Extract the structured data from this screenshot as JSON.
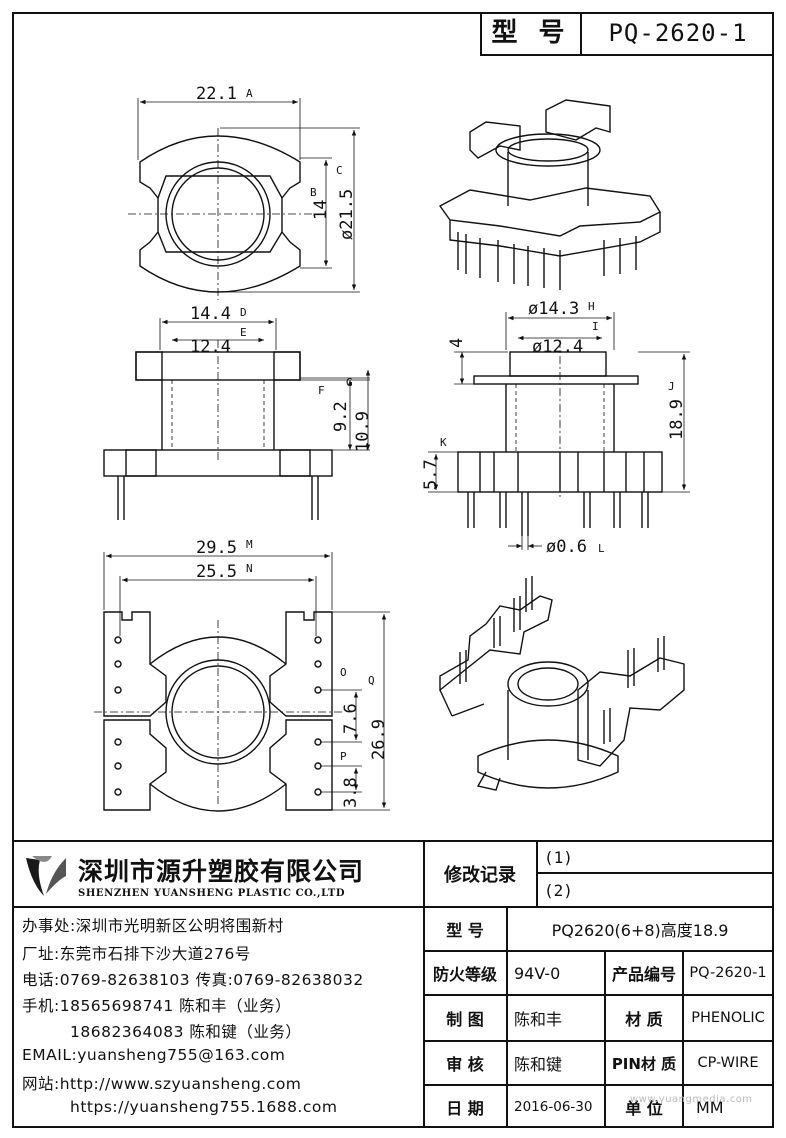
{
  "title_block": {
    "label": "型 号",
    "value": "PQ-2620-1"
  },
  "dims": {
    "a": "22.1",
    "a_tag": "A",
    "b_tag": "B",
    "b": "14",
    "c_tag": "C",
    "c": "ø21.5",
    "d": "14.4",
    "d_tag": "D",
    "e": "12.4",
    "e_tag": "E",
    "f_tag": "F",
    "g_tag": "G",
    "f": "9.2",
    "g": "10.9",
    "h": "ø14.3",
    "h_tag": "H",
    "i": "ø12.4",
    "i_tag": "I",
    "j_tag": "J",
    "j": "18.9",
    "k_tag": "K",
    "k": "5.7",
    "top4": "4",
    "l": "ø0.6",
    "l_tag": "L",
    "m": "29.5",
    "m_tag": "M",
    "n": "25.5",
    "n_tag": "N",
    "o_tag": "O",
    "o": "7.6",
    "p_tag": "P",
    "p": "3.8",
    "q_tag": "Q",
    "q": "26.9"
  },
  "company": {
    "name_cn": "深圳市源升塑胶有限公司",
    "name_en": "SHENZHEN YUANSHENG PLASTIC CO.,LTD",
    "office": "办事处:深圳市光明新区公明将围新村",
    "factory": "厂址:东莞市石排下沙大道276号",
    "phone": "电话:0769-82638103 传真:0769-82638032",
    "mobile1": "手机:18565698741 陈和丰（业务）",
    "mobile2": "18682364083 陈和键（业务）",
    "email": "EMAIL:yuansheng755@163.com",
    "web1": "网站:http://www.szyuansheng.com",
    "web2": "https://yuansheng755.1688.com"
  },
  "revision": {
    "label": "修改记录",
    "r1": "(1)",
    "r2": "(2)"
  },
  "specs": {
    "model_label": "型 号",
    "model_value": "PQ2620(6+8)高度18.9",
    "fire_label": "防火等级",
    "fire_value": "94V-0",
    "prodno_label": "产品编号",
    "prodno_value": "PQ-2620-1",
    "draw_label": "制 图",
    "draw_value": "陈和丰",
    "material_label": "材 质",
    "material_value": "PHENOLIC",
    "check_label": "审 核",
    "check_value": "陈和键",
    "pin_label": "PIN材 质",
    "pin_value": "CP-WIRE",
    "date_label": "日 期",
    "date_value": "2016-06-30",
    "unit_label": "单 位",
    "unit_value": "MM"
  },
  "watermark": "www.yuangmedia.com"
}
